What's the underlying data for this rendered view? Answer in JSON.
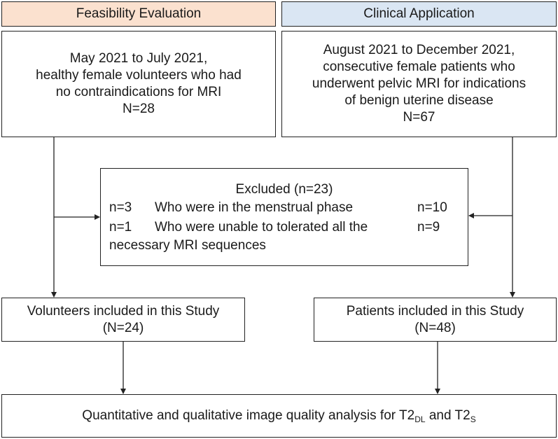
{
  "headers": {
    "left": "Feasibility Evaluation",
    "right": "Clinical Application"
  },
  "volunteers": {
    "lines": [
      "May 2021 to July 2021,",
      "healthy female volunteers who had",
      "no contraindications for MRI",
      "N=28"
    ]
  },
  "patients": {
    "lines": [
      "August 2021 to December 2021,",
      "consecutive female patients who",
      "underwent pelvic MRI for indications",
      "of benign uterine disease",
      "N=67"
    ]
  },
  "excluded": {
    "title": "Excluded (n=23)",
    "reason1": "Who were in the menstrual phase",
    "reason2_line1": "Who were unable to tolerated all the",
    "reason2_line2": "necessary MRI sequences",
    "vol_n1": "n=3",
    "vol_n2": "n=1",
    "pat_n1": "n=10",
    "pat_n2": "n=9"
  },
  "volunteers_included": {
    "line1": "Volunteers included in this Study",
    "line2": "(N=24)"
  },
  "patients_included": {
    "line1": "Patients included in this Study",
    "line2": "(N=48)"
  },
  "final": {
    "text": "Quantitative and qualitative image quality analysis for ",
    "t2a": "T2",
    "t2a_sub": "DL",
    "and": " and ",
    "t2b": "T2",
    "t2b_sub": "S"
  }
}
